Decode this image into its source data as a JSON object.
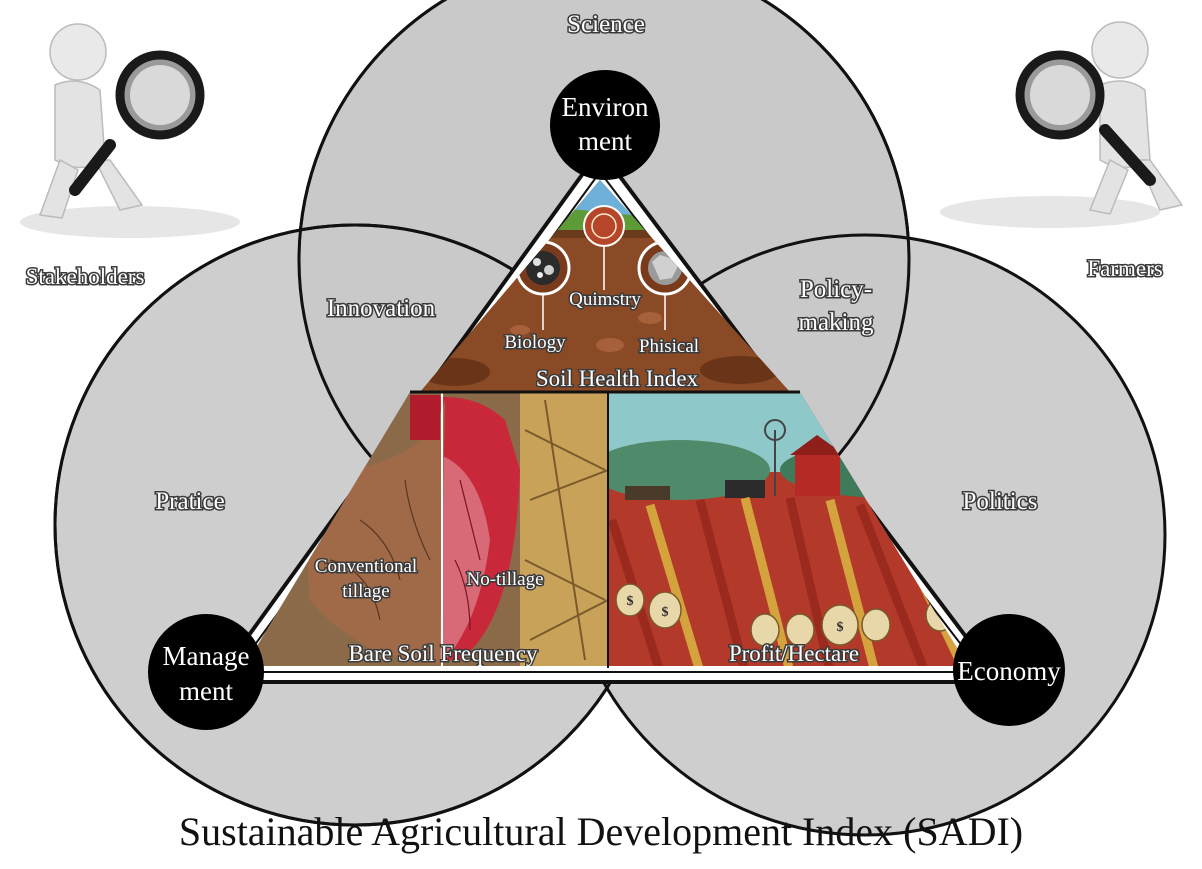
{
  "title": "Sustainable Agricultural Development Index (SADI)",
  "circle_labels": {
    "science": "Science",
    "innovation": "Innovation",
    "policy_making": [
      "Policy-",
      "making"
    ],
    "pratice": "Pratice",
    "politics": "Politics"
  },
  "nodes": {
    "environment": [
      "Environ",
      "ment"
    ],
    "management": [
      "Manage",
      "ment"
    ],
    "economy": "Economy"
  },
  "figures": {
    "left": "Stakeholders",
    "right": "Farmers"
  },
  "triangle": {
    "top_panel": {
      "title": "Soil Health Index",
      "labels": {
        "quimstry": "Quimstry",
        "biology": "Biology",
        "phisical": "Phisical"
      }
    },
    "bottom_left_panel": {
      "title": "Bare Soil Frequency",
      "labels": {
        "conventional": [
          "Conventional",
          "tillage"
        ],
        "no_tillage": "No-tillage"
      }
    },
    "bottom_right_panel": {
      "title": "Profit/Hectare"
    }
  },
  "colors": {
    "circle_fill": "#c9c9c9",
    "node_fill": "#000000",
    "soil": "#8a4a25",
    "grass": "#5e9a36",
    "heart": "#c8283a",
    "straw": "#c9a25a",
    "field": "#b33a2a",
    "sky": "#8fc8c8"
  }
}
